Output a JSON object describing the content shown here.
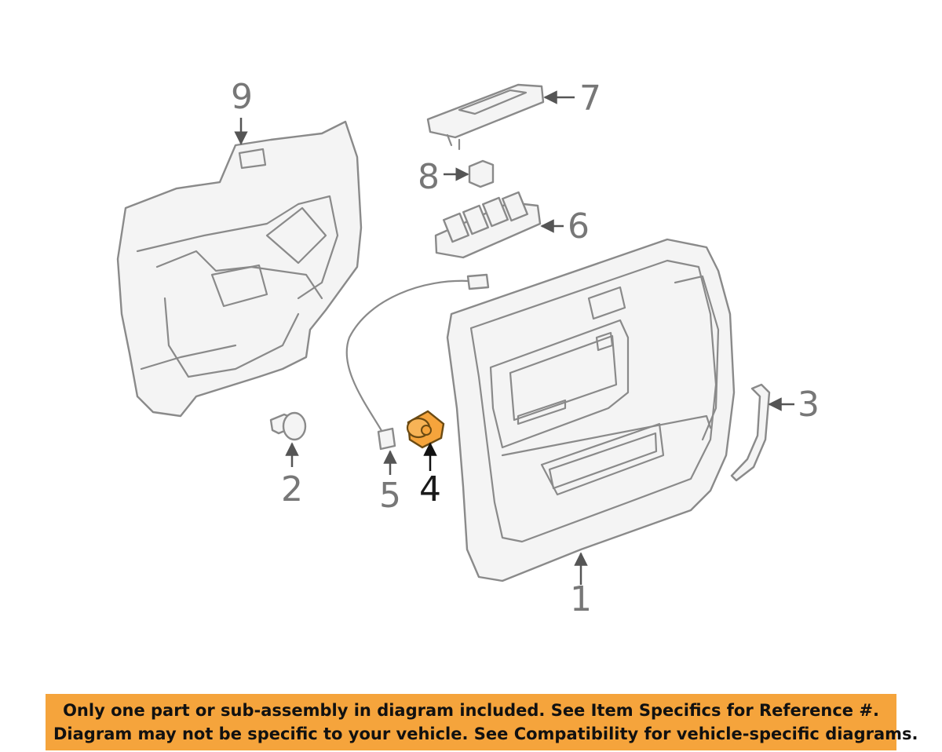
{
  "diagram": {
    "callouts": {
      "c1": "1",
      "c2": "2",
      "c3": "3",
      "c4": "4",
      "c5": "5",
      "c6": "6",
      "c7": "7",
      "c8": "8",
      "c9": "9"
    },
    "highlighted_part": "4",
    "highlight_color": "#f5a43c"
  },
  "banner": {
    "line1": "Only one part or sub-assembly in diagram included. See Item Specifics for Reference #.",
    "line2": "Diagram may not be specific to your vehicle. See Compatibility for vehicle-specific diagrams.",
    "color": "#f5a43c"
  }
}
